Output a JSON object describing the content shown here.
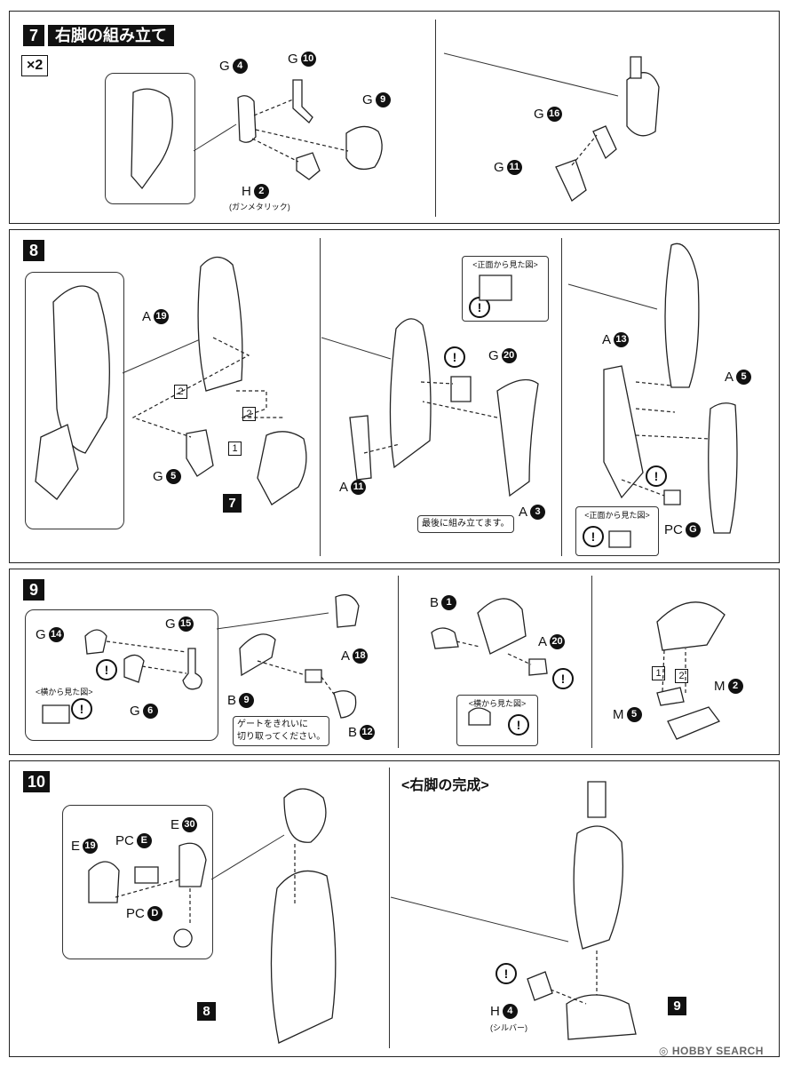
{
  "step7": {
    "number": "7",
    "title": "右脚の組み立て",
    "multiplier": "×2",
    "labels": [
      {
        "id": "G4",
        "letter": "G",
        "num": "4"
      },
      {
        "id": "G10",
        "letter": "G",
        "num": "10"
      },
      {
        "id": "G9",
        "letter": "G",
        "num": "9"
      },
      {
        "id": "H2",
        "letter": "H",
        "num": "2"
      },
      {
        "id": "G16",
        "letter": "G",
        "num": "16"
      },
      {
        "id": "G11",
        "letter": "G",
        "num": "11"
      }
    ],
    "h2_note": "(ガンメタリック)"
  },
  "step8": {
    "number": "8",
    "labels": [
      {
        "id": "A19",
        "letter": "A",
        "num": "19"
      },
      {
        "id": "G5",
        "letter": "G",
        "num": "5"
      },
      {
        "id": "G20",
        "letter": "G",
        "num": "20"
      },
      {
        "id": "A11",
        "letter": "A",
        "num": "11"
      },
      {
        "id": "A3",
        "letter": "A",
        "num": "3"
      },
      {
        "id": "A13",
        "letter": "A",
        "num": "13"
      },
      {
        "id": "A5",
        "letter": "A",
        "num": "5"
      },
      {
        "id": "PCG",
        "letter": "PC",
        "num": "G"
      }
    ],
    "ref_step": "7",
    "seq_a": "2",
    "seq_b": "2",
    "seq_c": "1",
    "front_view_1": "<正面から見た図>",
    "front_view_2": "<正面から見た図>",
    "last_note": "最後に組み立てます。"
  },
  "step9": {
    "number": "9",
    "labels": [
      {
        "id": "G14",
        "letter": "G",
        "num": "14"
      },
      {
        "id": "G15",
        "letter": "G",
        "num": "15"
      },
      {
        "id": "G6",
        "letter": "G",
        "num": "6"
      },
      {
        "id": "A18",
        "letter": "A",
        "num": "18"
      },
      {
        "id": "B9",
        "letter": "B",
        "num": "9"
      },
      {
        "id": "B12",
        "letter": "B",
        "num": "12"
      },
      {
        "id": "B1",
        "letter": "B",
        "num": "1"
      },
      {
        "id": "A20",
        "letter": "A",
        "num": "20"
      },
      {
        "id": "M5",
        "letter": "M",
        "num": "5"
      },
      {
        "id": "M2",
        "letter": "M",
        "num": "2"
      }
    ],
    "side_view_1": "<横から見た図>",
    "side_view_2": "<横から見た図>",
    "gate_note_1": "ゲートをきれいに",
    "gate_note_2": "切り取ってください。",
    "seq_1": "1",
    "seq_2": "2"
  },
  "step10": {
    "number": "10",
    "labels": [
      {
        "id": "E19",
        "letter": "E",
        "num": "19"
      },
      {
        "id": "PCE",
        "letter": "PC",
        "num": "E"
      },
      {
        "id": "E30",
        "letter": "E",
        "num": "30"
      },
      {
        "id": "PCD",
        "letter": "PC",
        "num": "D"
      },
      {
        "id": "H4",
        "letter": "H",
        "num": "4"
      }
    ],
    "ref_8": "8",
    "ref_9": "9",
    "complete_title": "<右脚の完成>",
    "h4_note": "(シルバー)"
  },
  "warn_symbol": "!",
  "watermark": "HOBBY SEARCH"
}
